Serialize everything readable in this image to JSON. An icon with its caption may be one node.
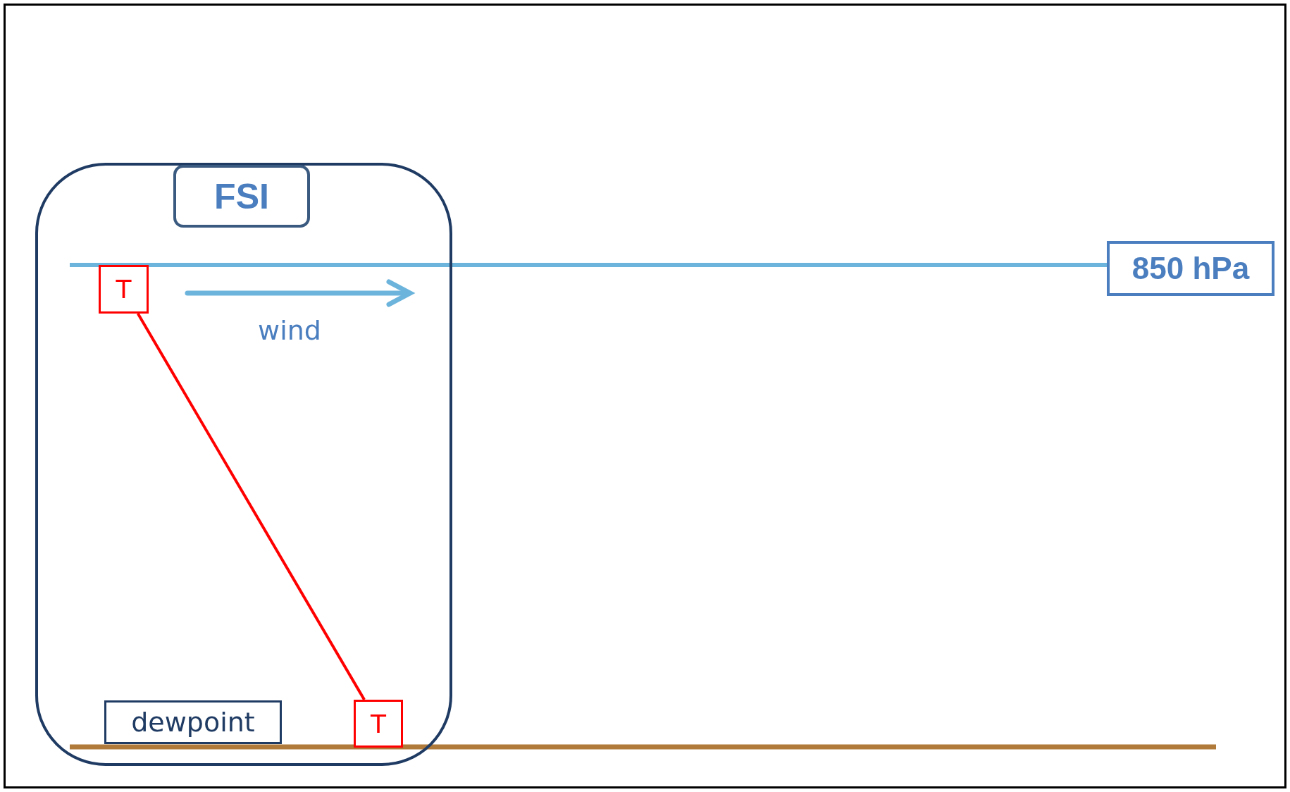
{
  "diagram": {
    "nodes": [
      {
        "text": [],
        "shape": "box"
      },
      {
        "text": [
          "FSI"
        ],
        "in": 0
      },
      {
        "text": [
          "T"
        ],
        "in": 0
      },
      {
        "text": [
          "T"
        ],
        "in": 0
      },
      {
        "text": [
          "dewpoint"
        ],
        "in": 0
      },
      {
        "text": [
          "850 hPa"
        ]
      }
    ],
    "edges": [
      {
        "from": 2,
        "to": 3,
        "arrow": "none",
        "color": "#ff0000"
      },
      {
        "from": null,
        "to": 5,
        "arrow": "none",
        "color": "#6cb4dc"
      }
    ],
    "labels": [
      "wind"
    ]
  }
}
